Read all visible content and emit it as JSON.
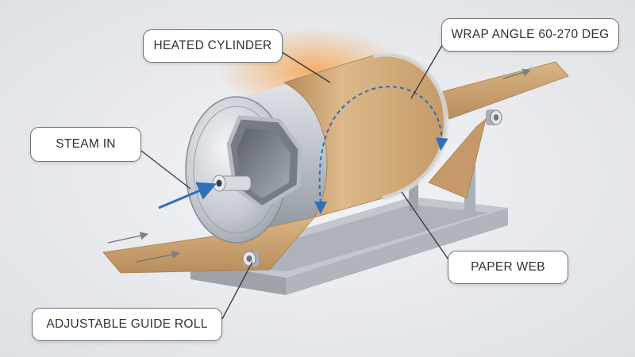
{
  "labels": {
    "heated_cylinder": "HEATED CYLINDER",
    "wrap_angle": "WRAP ANGLE 60-270 DEG",
    "steam_in": "STEAM IN",
    "paper_web": "PAPER WEB",
    "guide_roll": "ADJUSTABLE GUIDE ROLL"
  },
  "colors": {
    "background": "#e9ebef",
    "paper": "#caa06e",
    "steel": "#b9bec5",
    "arrow_blue": "#2f6fb8",
    "heat_glow": "#f7a24a"
  }
}
